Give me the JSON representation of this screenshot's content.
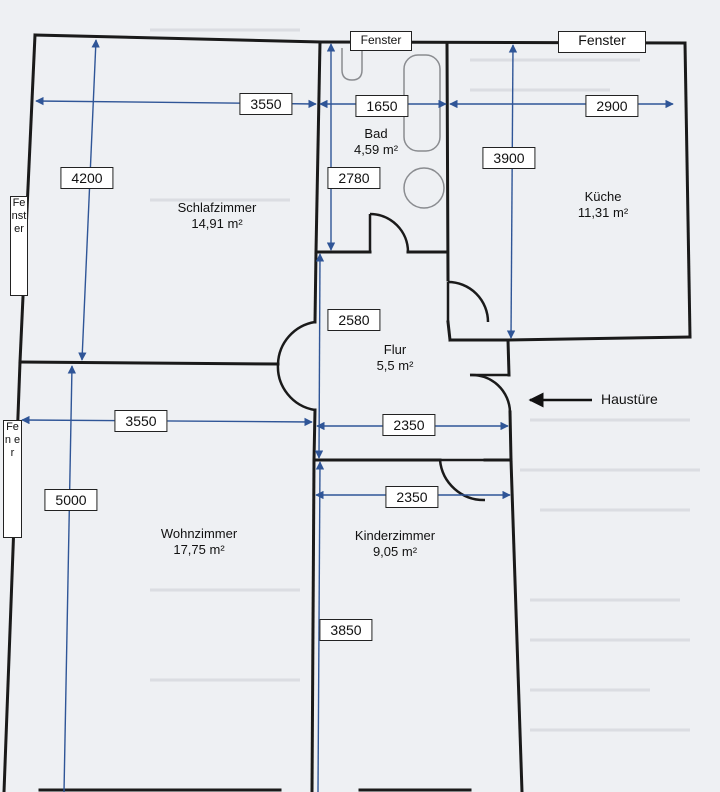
{
  "rooms": {
    "schlafzimmer": {
      "name": "Schlafzimmer",
      "area": "14,91 m²"
    },
    "bad": {
      "name": "Bad",
      "area": "4,59 m²"
    },
    "kueche": {
      "name": "Küche",
      "area": "11,31 m²"
    },
    "flur": {
      "name": "Flur",
      "area": "5,5 m²"
    },
    "wohnzimmer": {
      "name": "Wohnzimmer",
      "area": "17,75 m²"
    },
    "kinderzimmer": {
      "name": "Kinderzimmer",
      "area": "9,05 m²"
    }
  },
  "dimensions": {
    "schlaf_width": "3550",
    "schlaf_height": "4200",
    "bad_width": "1650",
    "bad_height": "2780",
    "kueche_width": "2900",
    "kueche_height": "3900",
    "flur_height": "2580",
    "flur_width": "2350",
    "wohn_width": "3550",
    "wohn_height": "5000",
    "kinder_width": "2350",
    "kinder_height": "3850"
  },
  "windows": {
    "bad": "Fenster",
    "kueche": "Fenster",
    "schlaf": "Fenster",
    "wohn": "Fen er"
  },
  "entrance": {
    "label": "Haustüre"
  },
  "colors": {
    "wall": "#1a1a1a",
    "dimension_line": "#2f5597",
    "paper": "#eef0f3"
  }
}
